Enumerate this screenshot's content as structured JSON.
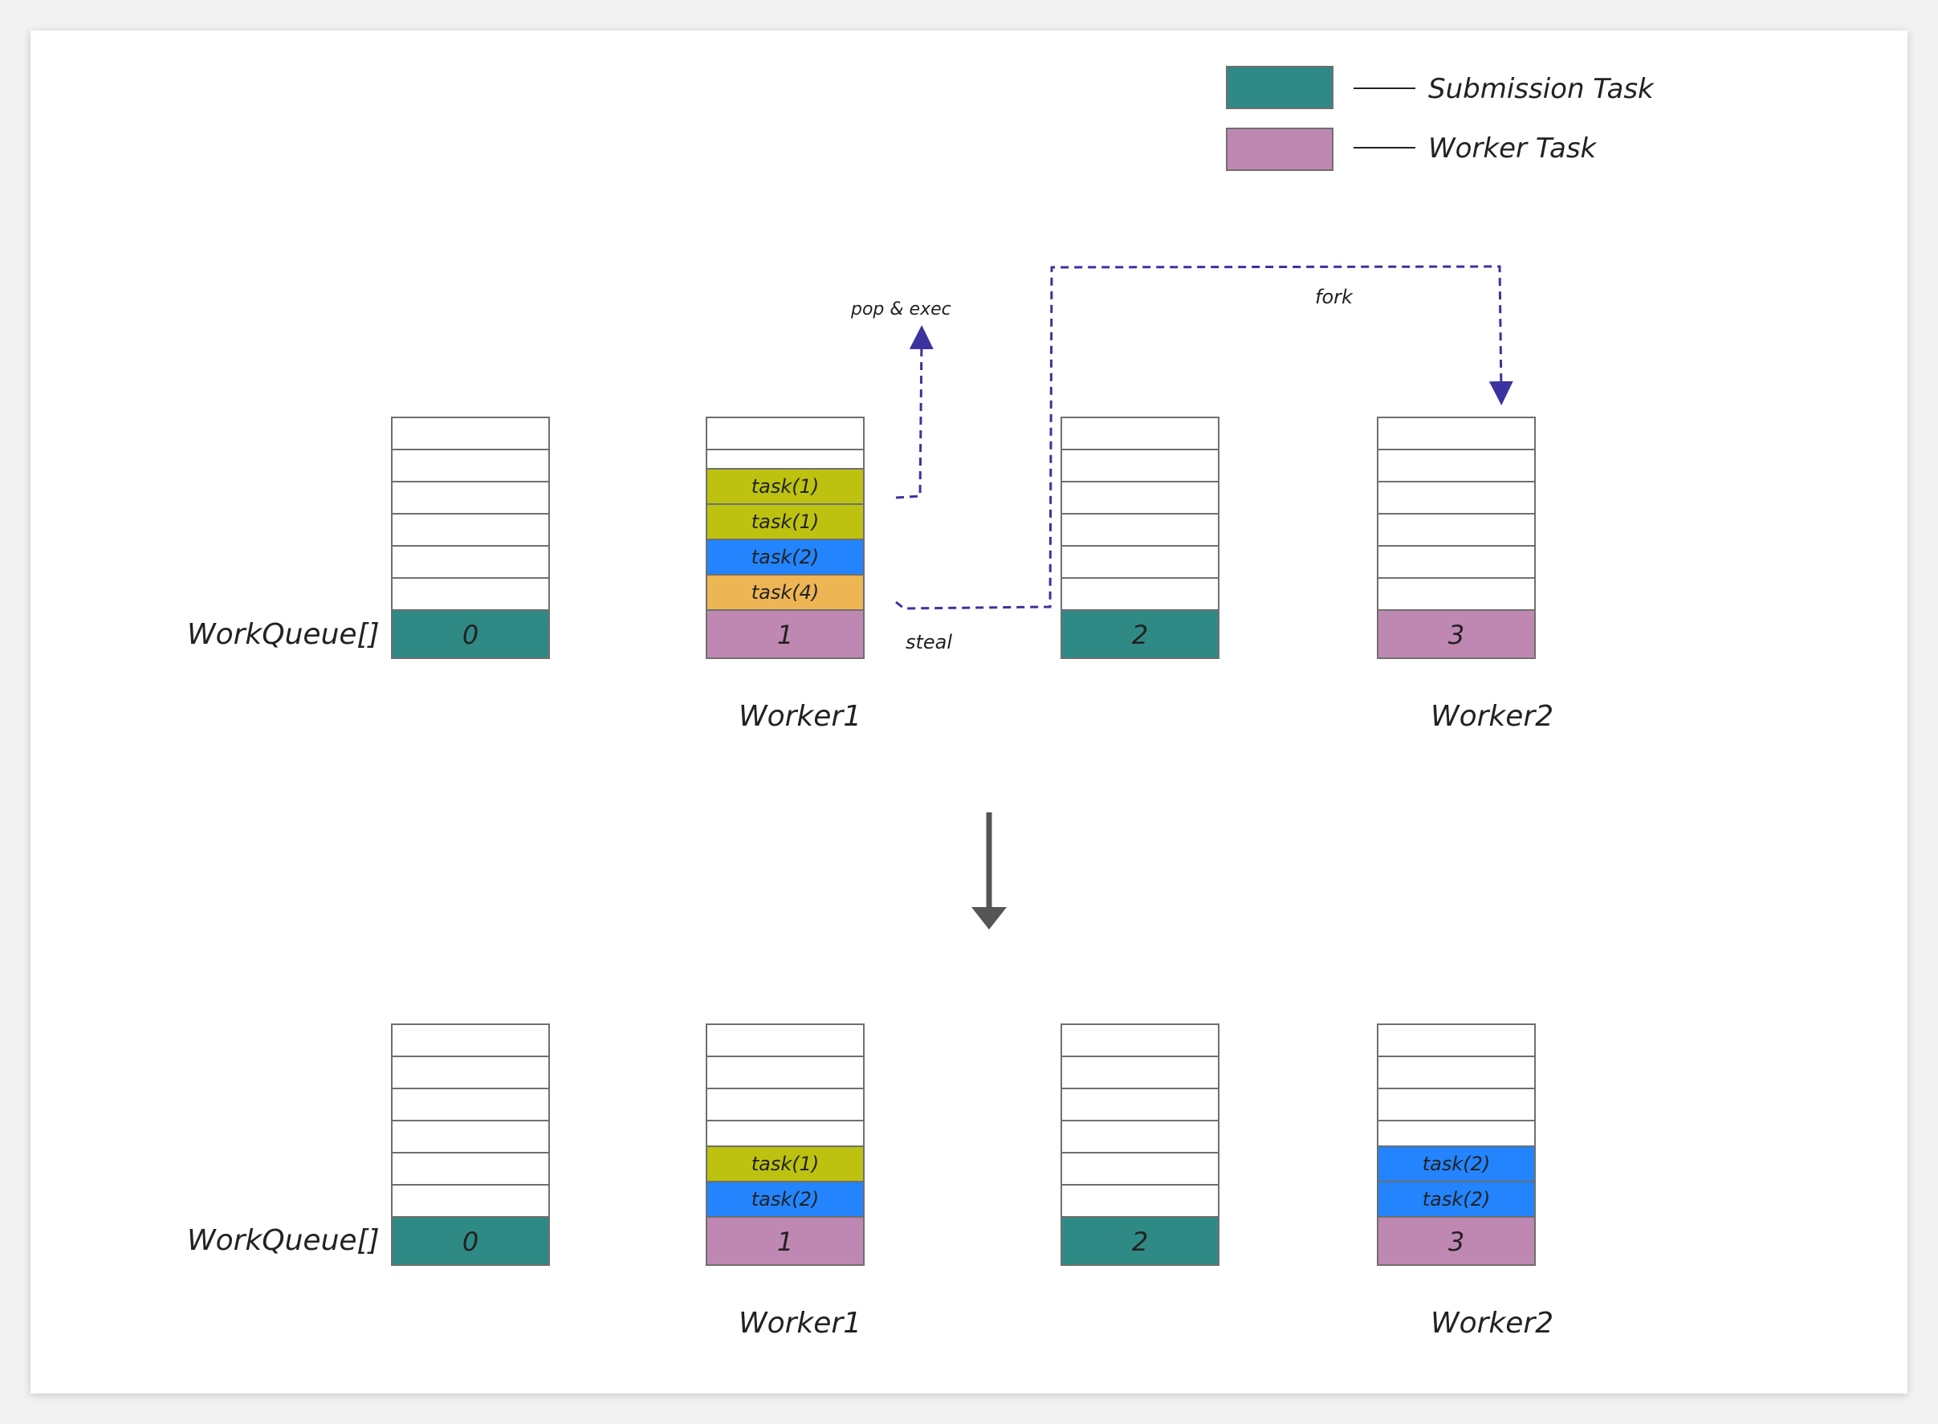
{
  "colors": {
    "submission": "#2f8a86",
    "worker": "#bf88b3",
    "task1": "#bcc20f",
    "task2": "#2384fd",
    "task4": "#eeb555",
    "arrow": "#3b32a0",
    "transition": "#555555",
    "stroke": "#6f6f6f"
  },
  "legend": {
    "submission_label": "Submission Task",
    "worker_label": "Worker Task"
  },
  "top": {
    "row_label": "WorkQueue[]",
    "queues": [
      {
        "index": "0",
        "kind": "submission",
        "tasks": [],
        "caption": ""
      },
      {
        "index": "1",
        "kind": "worker",
        "tasks": [
          {
            "label": "task(1)",
            "color": "task1"
          },
          {
            "label": "task(1)",
            "color": "task1"
          },
          {
            "label": "task(2)",
            "color": "task2"
          },
          {
            "label": "task(4)",
            "color": "task4"
          }
        ],
        "caption": "Worker1"
      },
      {
        "index": "2",
        "kind": "submission",
        "tasks": [],
        "caption": ""
      },
      {
        "index": "3",
        "kind": "worker",
        "tasks": [],
        "caption": "Worker2"
      }
    ],
    "annotations": {
      "pop_exec": "pop & exec",
      "fork": "fork",
      "steal": "steal"
    }
  },
  "bottom": {
    "row_label": "WorkQueue[]",
    "queues": [
      {
        "index": "0",
        "kind": "submission",
        "tasks": [],
        "caption": ""
      },
      {
        "index": "1",
        "kind": "worker",
        "tasks": [
          {
            "label": "task(1)",
            "color": "task1"
          },
          {
            "label": "task(2)",
            "color": "task2"
          }
        ],
        "caption": "Worker1"
      },
      {
        "index": "2",
        "kind": "submission",
        "tasks": [],
        "caption": ""
      },
      {
        "index": "3",
        "kind": "worker",
        "tasks": [
          {
            "label": "task(2)",
            "color": "task2"
          },
          {
            "label": "task(2)",
            "color": "task2"
          }
        ],
        "caption": "Worker2"
      }
    ]
  }
}
